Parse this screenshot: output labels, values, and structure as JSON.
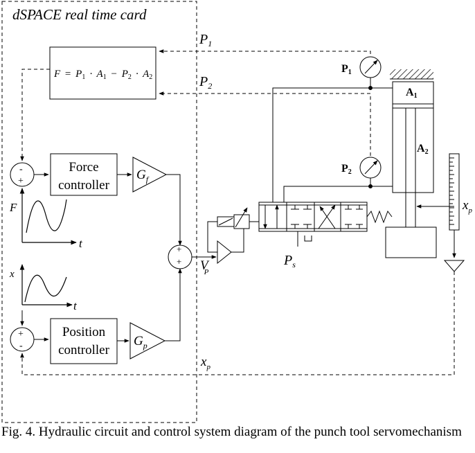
{
  "card": {
    "title": "dSPACE real time card"
  },
  "blocks": {
    "force_eq": {
      "f": "F",
      "eq": "=",
      "p1": "P",
      "p1sub": "1",
      "a1": "A",
      "a1sub": "1",
      "minus": "−",
      "p2": "P",
      "p2sub": "2",
      "a2": "A",
      "a2sub": "2",
      "dot": "·"
    },
    "force_controller": {
      "line1": "Force",
      "line2": "controller"
    },
    "position_controller": {
      "line1": "Position",
      "line2": "controller"
    },
    "gain_f": {
      "main": "G",
      "sub": "f"
    },
    "gain_p": {
      "main": "G",
      "sub": "p"
    }
  },
  "sums": {
    "force_sum": {
      "top": "-",
      "bottom": "+"
    },
    "position_sum": {
      "top": "+",
      "bottom": "-"
    },
    "output_sum": {
      "top": "+",
      "bottom": "+"
    }
  },
  "signals": {
    "p1": {
      "main": "P",
      "sub": "1"
    },
    "p2": {
      "main": "P",
      "sub": "2"
    },
    "vp": {
      "main": "V",
      "sub": "P"
    },
    "xp_bottom": {
      "main": "x",
      "sub": "p"
    },
    "xp_right": {
      "main": "x",
      "sub": "p"
    },
    "ps": {
      "main": "P",
      "sub": "s"
    },
    "F_axis": "F",
    "t_axis1": "t",
    "x_axis": "x",
    "t_axis2": "t"
  },
  "hydraulics": {
    "gauge1": {
      "main": "P",
      "sub": "1"
    },
    "gauge2": {
      "main": "P",
      "sub": "2"
    },
    "area1": {
      "main": "A",
      "sub": "1"
    },
    "area2": {
      "main": "A",
      "sub": "2"
    }
  },
  "caption": "Fig. 4. Hydraulic circuit and control system diagram of the punch tool servomechanism"
}
